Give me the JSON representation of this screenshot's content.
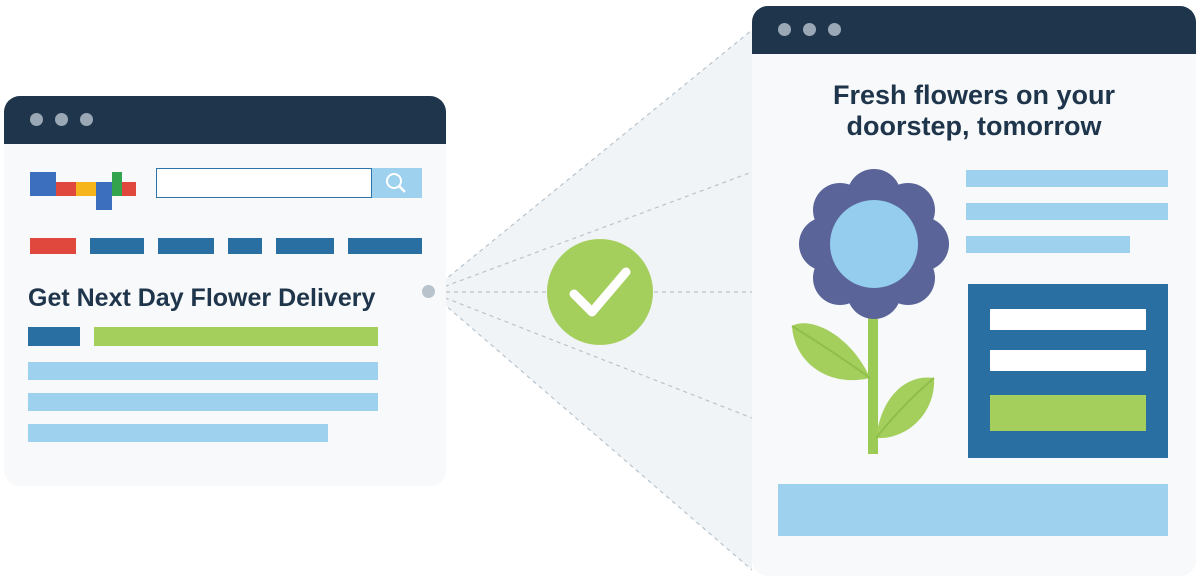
{
  "left_window": {
    "headline": "Get Next Day Flower Delivery"
  },
  "right_window": {
    "headline_line1": "Fresh flowers on your",
    "headline_line2": "doorstep, tomorrow"
  },
  "icons": {
    "search": "search-icon",
    "check": "checkmark-icon",
    "flower": "flower-illustration"
  },
  "colors": {
    "titlebar": "#1f354b",
    "window_bg": "#f7f9fa",
    "light_blue": "#9dd1ee",
    "mid_blue": "#2a6fa2",
    "green": "#a4cf5d",
    "red": "#e0483e",
    "petal": "#5a6499",
    "flower_center": "#94cdee",
    "stem": "#9bcb55"
  }
}
